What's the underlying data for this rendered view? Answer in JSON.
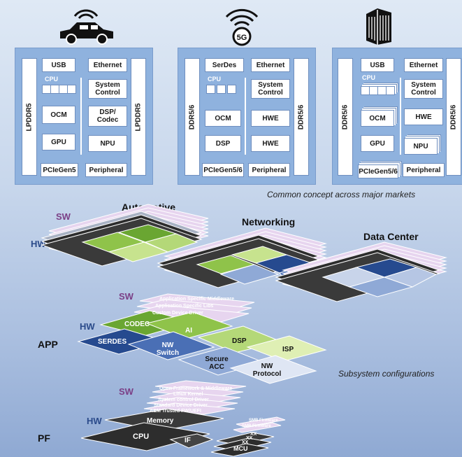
{
  "boards": [
    {
      "side_left": "LPDDR5",
      "side_right": "LPDDR5",
      "cpu": "CPU",
      "blocks": {
        "b1": "USB",
        "b2": "Ethernet",
        "b3": "System Control",
        "b4": "OCM",
        "b5": "DSP/ Codec",
        "b6": "GPU",
        "b7": "NPU",
        "b8": "PCIeGen5",
        "b9": "Peripheral"
      }
    },
    {
      "side_left": "DDR5/6",
      "side_right": "DDR5/6",
      "cpu": "CPU",
      "blocks": {
        "b1": "SerDes",
        "b2": "Ethernet",
        "b3": "System Control",
        "b4": "OCM",
        "b5": "HWE",
        "b6": "DSP",
        "b7": "HWE",
        "b8": "PCIeGen5/6",
        "b9": "Peripheral"
      }
    },
    {
      "side_left": "DDR5/6",
      "side_right": "DDR5/6",
      "cpu": "CPU",
      "blocks": {
        "b1": "USB",
        "b2": "Ethernet",
        "b3": "System Control",
        "b4": "OCM",
        "b5": "HWE",
        "b6": "GPU",
        "b7": "NPU",
        "b8": "PCIeGen5/6",
        "b9": "Peripheral"
      }
    }
  ],
  "icons": {
    "car": "connected-car-icon",
    "fiveg": "5g-wireless-icon",
    "datacenter": "server-rack-icon",
    "fiveg_text": "5G"
  },
  "caption_markets": "Common concept across major markets",
  "markets": {
    "automotive": "Automotive",
    "networking": "Networking",
    "datacenter": "Data Center",
    "sw": "SW",
    "hw": "HW"
  },
  "app": {
    "label": "APP",
    "sw": "SW",
    "hw": "HW",
    "sw_layers": [
      "Application Specific Middleware",
      "Application Specific Libs",
      "Custom Device Driver"
    ],
    "tiles": {
      "codec": "CODEC",
      "ai": "AI",
      "dsp": "DSP",
      "isp": "ISP",
      "serdes": "SERDES",
      "nw_switch": "NW Switch",
      "secure_acc": "Secure ACC",
      "nw_protocol": "NW Protocol"
    }
  },
  "caption_subsystem": "Subsystem configurations",
  "pf": {
    "label": "PF",
    "sw": "SW",
    "hw": "HW",
    "sw_layers": [
      "Open Framework & Middleware",
      "Linux Kernel",
      "System control Driver",
      "Standard Device Driver",
      "A&M Trusted FW/UEFI"
    ],
    "memory": "Memory",
    "cpu": "CPU",
    "if": "IF",
    "mcu_layers": [
      "SMB Firmware",
      "SMB Firmware"
    ],
    "xx1": "XX",
    "xx2": "XX",
    "xx3": "XX",
    "mcu": "MCU"
  }
}
